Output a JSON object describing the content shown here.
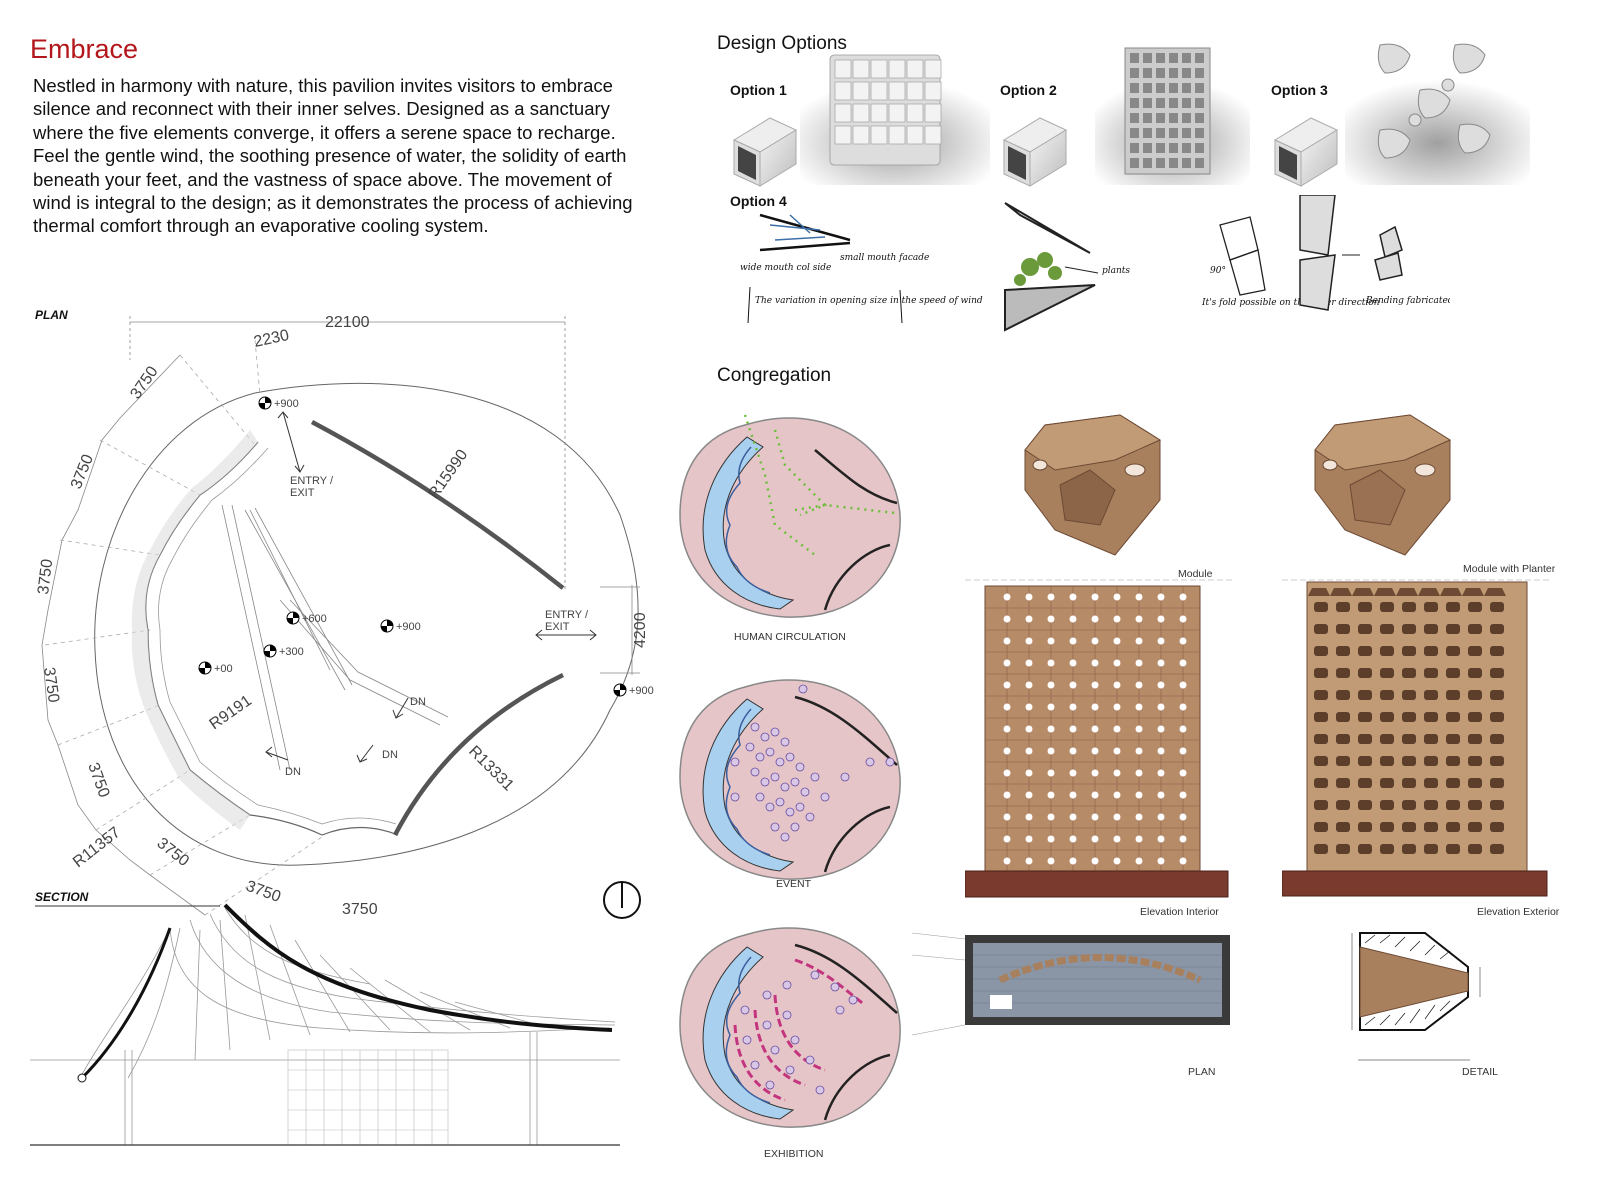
{
  "title": "Embrace",
  "description": "Nestled in harmony with nature, this pavilion invites visitors to embrace silence and reconnect with their inner selves. Designed as a sanctuary where the five elements converge, it offers a serene space to recharge. Feel the gentle wind, the soothing presence of water, the solidity of earth beneath your feet, and the vastness of space above. The movement of wind is integral to the design; as it demonstrates the process of achieving thermal comfort through an evaporative cooling system.",
  "plan": {
    "label": "PLAN",
    "dims": {
      "overall": "22100",
      "d2230": "2230",
      "d3750": "3750",
      "d4200": "4200"
    },
    "radii": {
      "r1": "R15990",
      "r2": "R9191",
      "r3": "R13331",
      "r4": "R11357"
    },
    "levels": {
      "l900": "+900",
      "l600": "+600",
      "l300": "+300",
      "l00": "+00"
    },
    "entry": "ENTRY /\nEXIT",
    "entry_line1": "ENTRY /",
    "entry_line2": "EXIT",
    "dn": "DN"
  },
  "section": {
    "label": "SECTION"
  },
  "design_options": {
    "heading": "Design Options",
    "options": [
      "Option 1",
      "Option 2",
      "Option 3",
      "Option 4"
    ],
    "sketch_notes": {
      "wide": "wide mouth\ncol side",
      "small": "small\nmouth\nfacade",
      "variation": "The variation in opening\nsize in the speed of wind",
      "plants": "plants",
      "angle": "90°",
      "fold": "It's fold possible\non the other direction",
      "bending": "Bending\nfabricated\nto the angle\nthe modules"
    }
  },
  "congregation": {
    "heading": "Congregation",
    "diagrams": [
      "HUMAN CIRCULATION",
      "EVENT",
      "EXHIBITION"
    ],
    "module_labels": [
      "Module",
      "Module with Planter"
    ],
    "elevation_labels": [
      "Elevation Interior",
      "Elevation Exterior"
    ],
    "bottom_labels": [
      "PLAN",
      "DETAIL"
    ]
  },
  "colors": {
    "title_red": "#b3171b",
    "terracotta": "#a9805e",
    "terracotta_dark": "#6d4a34",
    "pink": "#e6c5c8",
    "water_blue": "#a9d0ee",
    "circulation_green": "#6cbf3a",
    "exhibit_magenta": "#c3357e"
  }
}
